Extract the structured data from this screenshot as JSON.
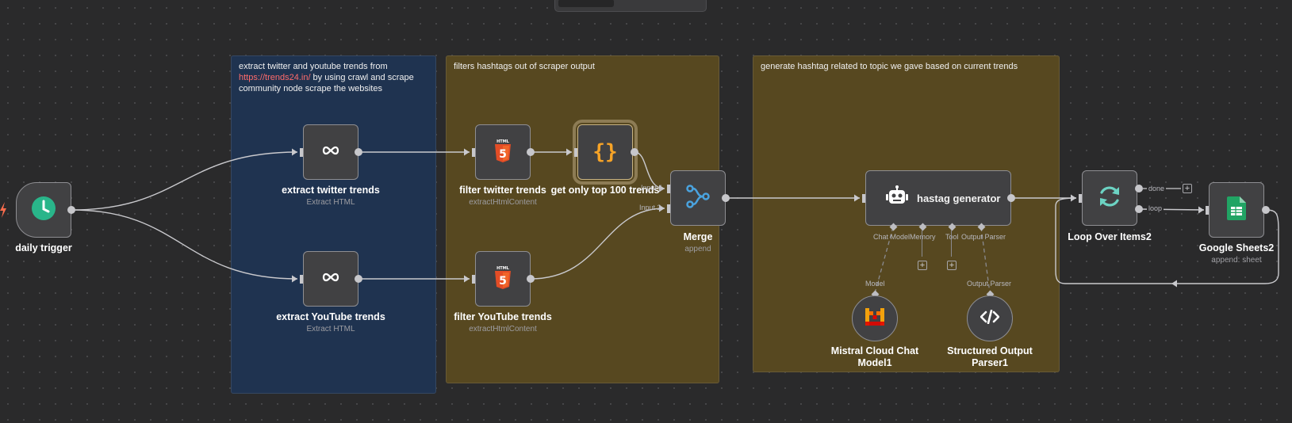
{
  "stickies": {
    "scrape": {
      "line1": "extract twitter and youtube trends from",
      "link": "https://trends24.in/",
      "line2": " by using crawl and scrape",
      "line3": "community node scrape the websites"
    },
    "filter": {
      "text": "filters hashtags out of scraper output"
    },
    "generate": {
      "text": "generate hashtag related to topic we gave based on current trends"
    }
  },
  "nodes": {
    "daily_trigger": {
      "name": "daily trigger",
      "icon": "clock-icon"
    },
    "extract_twitter": {
      "name": "extract twitter trends",
      "subtitle": "Extract HTML",
      "icon": "crawl-infinity-icon"
    },
    "extract_youtube": {
      "name": "extract YouTube trends",
      "subtitle": "Extract HTML",
      "icon": "crawl-infinity-icon"
    },
    "filter_twitter": {
      "name": "filter twitter trends",
      "subtitle": "extractHtmlContent",
      "icon": "html5-icon"
    },
    "filter_youtube": {
      "name": "filter YouTube trends",
      "subtitle": "extractHtmlContent",
      "icon": "html5-icon"
    },
    "top100": {
      "name": "get only top 100 trends",
      "icon": "code-braces-icon"
    },
    "merge": {
      "name": "Merge",
      "subtitle": "append",
      "input1": "Input 1",
      "input2": "Input 2",
      "icon": "merge-icon"
    },
    "hastag_generator": {
      "name": "hastag generator",
      "icon": "robot-icon",
      "ports": {
        "chat_model": "Chat Model",
        "memory": "Memory",
        "tool": "Tool",
        "output_parser": "Output Parser"
      }
    },
    "mistral": {
      "name": "Mistral Cloud Chat Model1",
      "port_label": "Model",
      "icon": "mistral-icon"
    },
    "structured_parser": {
      "name": "Structured Output Parser1",
      "port_label": "Output Parser",
      "icon": "code-tag-icon"
    },
    "loop": {
      "name": "Loop Over Items2",
      "done": "done",
      "loop": "loop",
      "icon": "loop-icon"
    },
    "sheets": {
      "name": "Google Sheets2",
      "subtitle": "append: sheet",
      "icon": "google-sheets-icon"
    }
  },
  "colors": {
    "canvas": "#2a2a2b",
    "sticky_blue": "#1f3350",
    "sticky_gold": "#574820",
    "link": "#ff6b6b",
    "trigger_accent": "#29b58a",
    "loop_accent": "#6cd3c3",
    "html5": "#e44d26",
    "braces": "#f6a327",
    "merge_accent": "#4aa3df",
    "sheets": "#21a464"
  }
}
